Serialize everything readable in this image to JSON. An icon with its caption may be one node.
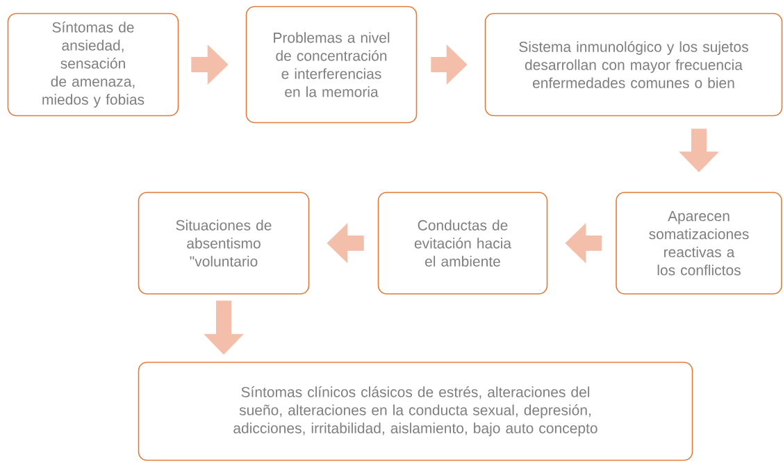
{
  "diagram": {
    "nodes": [
      {
        "text": [
          "Síntomas de ansiedad, sensación de amenaza, miedos y fobias"
        ]
      },
      {
        "text": [
          "Problemas a nivel de concentración e interferencias en la memoria"
        ]
      },
      {
        "text": [
          "Sistema inmunológico y los sujetos desarrollan con mayor frecuencia enfermedades comunes o bien"
        ]
      },
      {
        "text": [
          "Aparecen somatizaciones reactivas a los conflictos"
        ]
      },
      {
        "text": [
          "Conductas de evitación hacia el ambiente"
        ]
      },
      {
        "text": [
          "Situaciones de absentismo \"voluntario"
        ]
      },
      {
        "text": [
          "Síntomas clínicos clásicos de estrés, alteraciones del sueño, alteraciones en la conducta sexual, depresión, adicciones, irritabilidad, aislamiento, bajo auto concepto"
        ]
      }
    ],
    "edges": [
      {
        "from": 0,
        "to": 1,
        "arrow": "to"
      },
      {
        "from": 1,
        "to": 2,
        "arrow": "to"
      },
      {
        "from": 2,
        "to": 3,
        "arrow": "to"
      },
      {
        "from": 3,
        "to": 4,
        "arrow": "to"
      },
      {
        "from": 4,
        "to": 5,
        "arrow": "to"
      },
      {
        "from": 5,
        "to": 6,
        "arrow": "to"
      }
    ]
  }
}
